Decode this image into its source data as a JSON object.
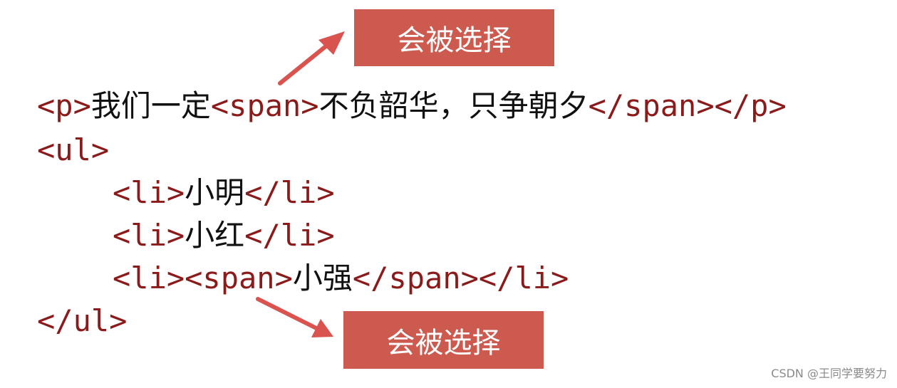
{
  "code_lines": [
    [
      {
        "t": "tag",
        "v": "<p>"
      },
      {
        "t": "txt",
        "v": "我们一定"
      },
      {
        "t": "tag",
        "v": "<span>"
      },
      {
        "t": "txt",
        "v": "不负韶华，只争朝夕"
      },
      {
        "t": "tag",
        "v": "</span></p>"
      }
    ],
    [
      {
        "t": "tag",
        "v": "<ul>"
      }
    ],
    [
      {
        "t": "tag",
        "v": "<li>"
      },
      {
        "t": "txt",
        "v": "小明"
      },
      {
        "t": "tag",
        "v": "</li>"
      }
    ],
    [
      {
        "t": "tag",
        "v": "<li>"
      },
      {
        "t": "txt",
        "v": "小红"
      },
      {
        "t": "tag",
        "v": "</li>"
      }
    ],
    [
      {
        "t": "tag",
        "v": "<li><span>"
      },
      {
        "t": "txt",
        "v": "小强"
      },
      {
        "t": "tag",
        "v": "</span></li>"
      }
    ],
    [
      {
        "t": "tag",
        "v": "</ul>"
      }
    ]
  ],
  "callouts": {
    "top": "会被选择",
    "bottom": "会被选择"
  },
  "watermark": "CSDN @王同学要努力",
  "colors": {
    "tag": "#8b1a1a",
    "text": "#111111",
    "callout_bg": "#cd5a4f",
    "arrow": "#d9534f"
  }
}
